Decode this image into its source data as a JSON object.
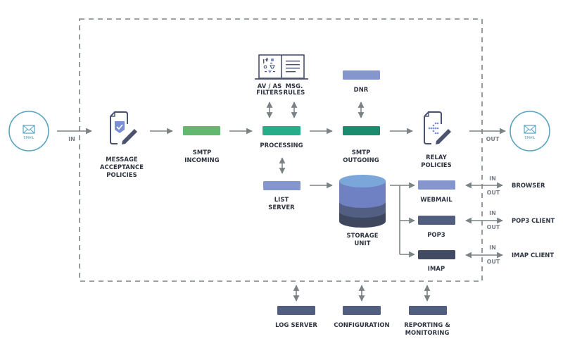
{
  "diagram": {
    "boundary_style": "dashed",
    "colors": {
      "smtp_incoming": "#63b86f",
      "processing": "#27ae89",
      "smtp_outgoing": "#1c8c6f",
      "light_blue_box": "#8596cc",
      "mid_slate_box": "#525e80",
      "dark_slate_box": "#414a63",
      "icon_stroke": "#4a5270",
      "icon_accent": "#7b8fd6",
      "email_circle": "#5aa3be",
      "arrow": "#7b8285",
      "text": "#2e3340",
      "io_text": "#7a7f86",
      "storage_top": "#7ba6da",
      "storage_band1": "#6f80c3",
      "storage_band2": "#535f82",
      "storage_band3": "#3f475f"
    },
    "email_in": {
      "icon": "envelope-icon",
      "caption": "EMAIL",
      "edge_label": "IN"
    },
    "email_out": {
      "icon": "envelope-icon",
      "caption": "EMAIL",
      "edge_label": "OUT"
    },
    "message_acceptance": {
      "icon": "document-shield-check-icon",
      "label_lines": [
        "MESSAGE",
        "ACCEPTANCE",
        "POLICIES"
      ]
    },
    "smtp_incoming": {
      "label_lines": [
        "SMTP",
        "INCOMING"
      ]
    },
    "processing": {
      "label_lines": [
        "PROCESSING"
      ]
    },
    "smtp_outgoing": {
      "label_lines": [
        "SMTP",
        "OUTGOING"
      ]
    },
    "filters_panel": {
      "icon": "filters-rules-laptop-icon",
      "av_as": {
        "label_lines": [
          "AV / AS",
          "FILTERS"
        ]
      },
      "msg_rules": {
        "label_lines": [
          "MSG.",
          "RULES"
        ]
      }
    },
    "dnr": {
      "label_lines": [
        "DNR"
      ]
    },
    "relay_policies": {
      "icon": "document-branch-icon",
      "label_lines": [
        "RELAY",
        "POLICIES"
      ]
    },
    "list_server": {
      "label_lines": [
        "LIST",
        "SERVER"
      ]
    },
    "storage_unit": {
      "icon": "database-cylinder-icon",
      "label_lines": [
        "STORAGE",
        "UNIT"
      ]
    },
    "access": [
      {
        "id": "webmail",
        "label": "WEBMAIL",
        "client": "BROWSER",
        "in": "IN",
        "out": "OUT"
      },
      {
        "id": "pop3",
        "label": "POP3",
        "client": "POP3 CLIENT",
        "in": "IN",
        "out": "OUT"
      },
      {
        "id": "imap",
        "label": "IMAP",
        "client": "IMAP CLIENT",
        "in": "IN",
        "out": "OUT"
      }
    ],
    "external_services": [
      {
        "id": "log-server",
        "label_lines": [
          "LOG SERVER"
        ]
      },
      {
        "id": "configuration",
        "label_lines": [
          "CONFIGURATION"
        ]
      },
      {
        "id": "reporting",
        "label_lines": [
          "REPORTING &",
          "MONITORING"
        ]
      }
    ]
  }
}
